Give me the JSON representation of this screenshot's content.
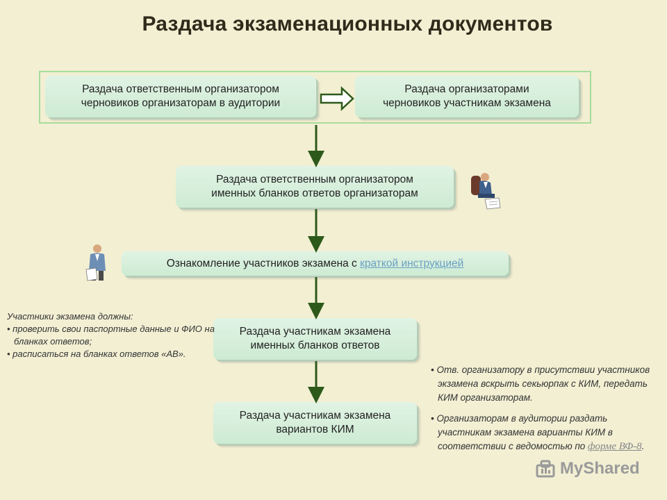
{
  "title": "Раздача экзаменационных документов",
  "steps": {
    "s1a": [
      "Раздача ответственным организатором",
      "черновиков организаторам в аудитории"
    ],
    "s1b": [
      "Раздача организаторами",
      "черновиков участникам экзамена"
    ],
    "s2": [
      "Раздача ответственным организатором",
      "именных бланков ответов организаторам"
    ],
    "s3_text": "Ознакомление участников экзамена с ",
    "s3_link": "краткой инструкцией",
    "s4": [
      "Раздача участникам экзамена",
      "именных бланков ответов"
    ],
    "s5": [
      "Раздача участникам экзамена",
      "вариантов КИМ"
    ]
  },
  "left_note": {
    "heading": "Участники экзамена должны:",
    "items": [
      "• проверить свои паспортные данные и ФИО на бланках ответов;",
      "• расписаться на бланках ответов «АВ»."
    ]
  },
  "right_note": {
    "item1": "• Отв. организатору в присутствии участников экзамена вскрыть секьюрпак с КИМ,  передать КИМ организаторам.",
    "item2_text": "• Организаторам в аудитории раздать участникам экзамена варианты КИМ в соответствии с ведомостью по ",
    "item2_link": "форме ВФ-8",
    "item2_end": "."
  },
  "watermark": "MyShared",
  "icons": [
    "person-seated-icon",
    "person-standing-icon",
    "mushared-logo-icon"
  ],
  "colors": {
    "box": "#d4eed9",
    "frame": "#a8dc9c",
    "arrow": "#2d5a1a",
    "background": "#f2efd3"
  }
}
